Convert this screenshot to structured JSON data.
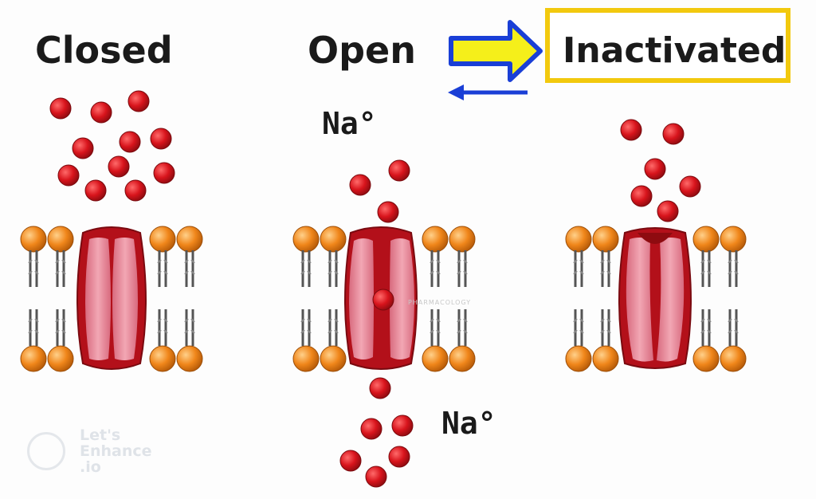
{
  "labels": {
    "closed": "Closed",
    "open": "Open",
    "inactivated": "Inactivated",
    "ion_top": "Na°",
    "ion_bottom": "Na°"
  },
  "watermark": {
    "brand": "Let's\nEnhance\n.io",
    "center": "PHARMACOLOGY"
  },
  "colors": {
    "ion": "#d8141c",
    "lipid_head": "#f0861a",
    "channel_outer": "#b3101a",
    "channel_inner": "#e8899a",
    "highlight_box": "#f2c90e",
    "arrow_fill": "#f5ef1a",
    "arrow_outline": "#1a3fd6"
  },
  "states": [
    "Closed",
    "Open",
    "Inactivated"
  ]
}
